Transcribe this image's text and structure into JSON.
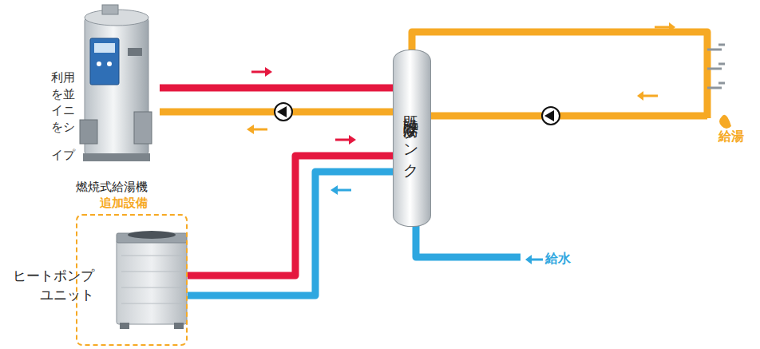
{
  "diagram": {
    "nodes": [
      {
        "text": [
          "燃焼式給湯機"
        ]
      },
      {
        "text": [
          "既設貯湯タンク"
        ]
      },
      {
        "text": [
          "追加設備"
        ]
      },
      {
        "text": [
          "ヒートポンプ ユニット"
        ],
        "in": 2
      }
    ],
    "edges": [
      {
        "from": 0,
        "to": 1,
        "arrow": "to"
      },
      {
        "from": 1,
        "to": 0,
        "arrow": "to"
      },
      {
        "from": 3,
        "to": 1,
        "arrow": "to"
      },
      {
        "from": 1,
        "to": 3,
        "arrow": "to"
      }
    ],
    "labels": [
      "利用",
      "を並",
      "イニ",
      "をシ",
      "イプ",
      "給湯",
      "給水"
    ]
  }
}
